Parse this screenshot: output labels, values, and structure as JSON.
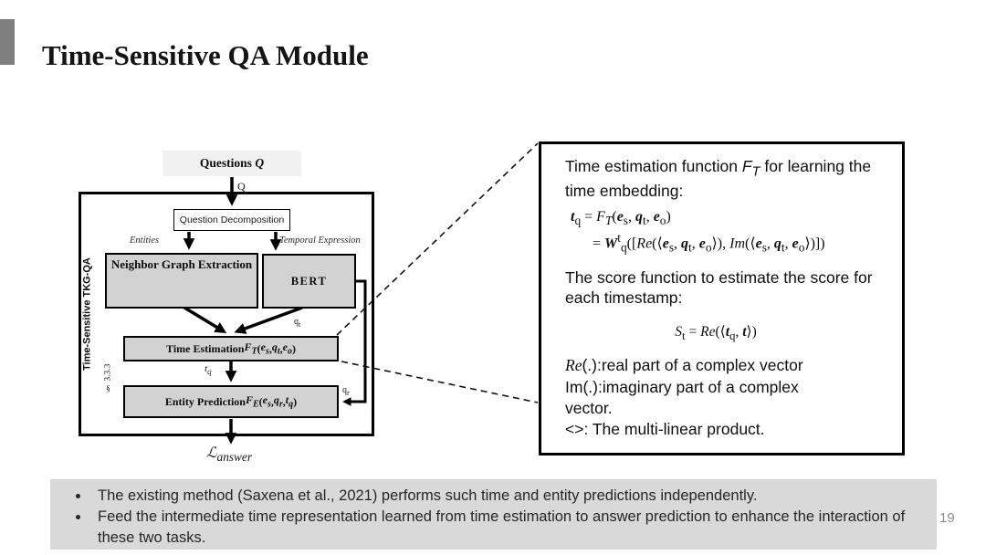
{
  "slide": {
    "title": "Time-Sensitive QA Module",
    "page_number": "19"
  },
  "colors": {
    "accent_bar": "#7f7f7f",
    "box_fill": "#d2d2d2",
    "questions_fill": "#f1f1f1",
    "band_fill": "#d9d9d9",
    "node_fill": "#1e6eb0",
    "node_stroke": "#16364f"
  },
  "diagram": {
    "questions_box": "<b>Questions <i>Q</i></b>",
    "q_label": "Q",
    "outer_label": "Time-Sensitive TKG-QA",
    "section_label": "§ 3.3.3",
    "question_decomposition": "Question Decomposition",
    "entities_label": "Entities",
    "temporal_label": "Temporal Expression",
    "nge_label": "Neighbor Graph Extraction",
    "bert_label": "BERT",
    "time_estimation": "Time Estimation <i>F<sub>T</sub></i>(<i>e<sub>s</sub></i>, <i>q<sub>t</sub></i>, <i>e<sub>o</sub></i>)",
    "entity_prediction": "Entity Prediction <i>F<sub>E</sub></i>(<i>e<sub>s</sub></i>,<i>q<sub>r</sub></i>, <i>t<sub>q</sub></i>)",
    "qt_label": "q<sub>t</sub>",
    "tq_label": "<i>t</i><sub>q</sub>",
    "qr_label": "q<sub>r</sub>",
    "loss_label": "ℒ<sub>answer</sub>"
  },
  "formula_panel": {
    "intro": "Time estimation function <i>F<sub>T</sub></i> for learning the time embedding:",
    "eq1_line1": "<b><i>t</i></b><sub>q</sub> = <i>F<sub>T</sub></i>(<b><i>e</i></b><sub>s</sub>, <b><i>q</i></b><sub>t</sub>, <b><i>e</i></b><sub>o</sub>)",
    "eq1_line2": "= <b><i>W</i></b><sup>t</sup><sub>q</sub>([<i>Re</i>(⟨<b><i>e</i></b><sub>s</sub>, <b><i>q</i></b><sub>t</sub>, <b><i>e</i></b><sub>o</sub>⟩), <i>Im</i>(⟨<b><i>e</i></b><sub>s</sub>, <b><i>q</i></b><sub>t</sub>, <b><i>e</i></b><sub>o</sub>⟩)])",
    "score_intro": "The score function to estimate the score for each timestamp:",
    "eq2": "<i>S</i><sub>t</sub> = <i>Re</i>(⟨<b><i>t</i></b><sub>q</sub>, <b><i>t</i></b>⟩)",
    "note_re": "<span class=\"mser\"><i>Re</i></span>(.):real part of a complex vector",
    "note_im": "Im(.):imaginary part of a complex",
    "note_vector": "vector.",
    "note_product": "&lt;&gt;: The multi-linear product."
  },
  "bullets": [
    "The existing method (Saxena et al., 2021) performs such time and entity predictions independently.",
    "Feed the intermediate time representation learned from time estimation to answer prediction to enhance the interaction of these two tasks."
  ]
}
